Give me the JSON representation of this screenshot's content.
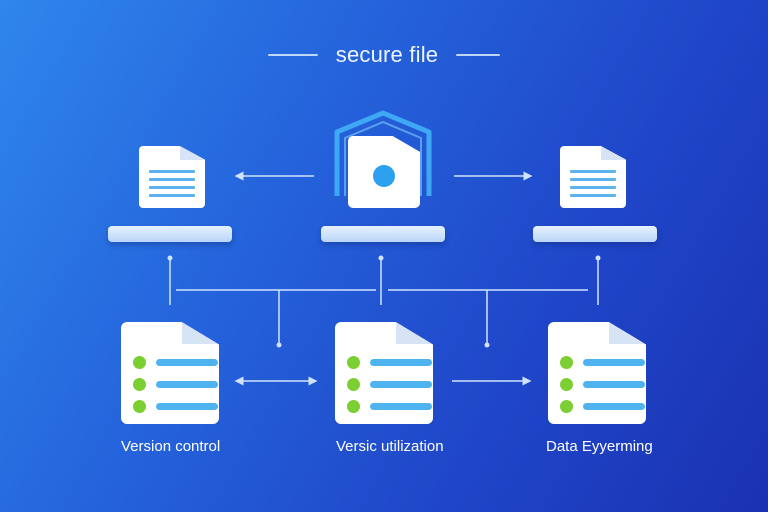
{
  "title": "secure file",
  "colors": {
    "background_start": "#2f86ec",
    "background_end": "#1a32b2",
    "document": "#ffffff",
    "line_accent": "#4fb3ef",
    "status_dot": "#7ccf33",
    "vault_outline": "#3fa8f5",
    "connector": "#cfe3ff"
  },
  "top_nodes": [
    {
      "name": "left-file",
      "icon": "file-lines-icon"
    },
    {
      "name": "secure-vault",
      "icon": "house-lock-icon"
    },
    {
      "name": "right-file",
      "icon": "file-lines-icon"
    }
  ],
  "bottom_nodes": [
    {
      "label": "Version control",
      "icon": "checklist-file-icon"
    },
    {
      "label": "Versic utilization",
      "icon": "checklist-file-icon"
    },
    {
      "label": "Data Eyyerming",
      "icon": "checklist-file-icon"
    }
  ]
}
